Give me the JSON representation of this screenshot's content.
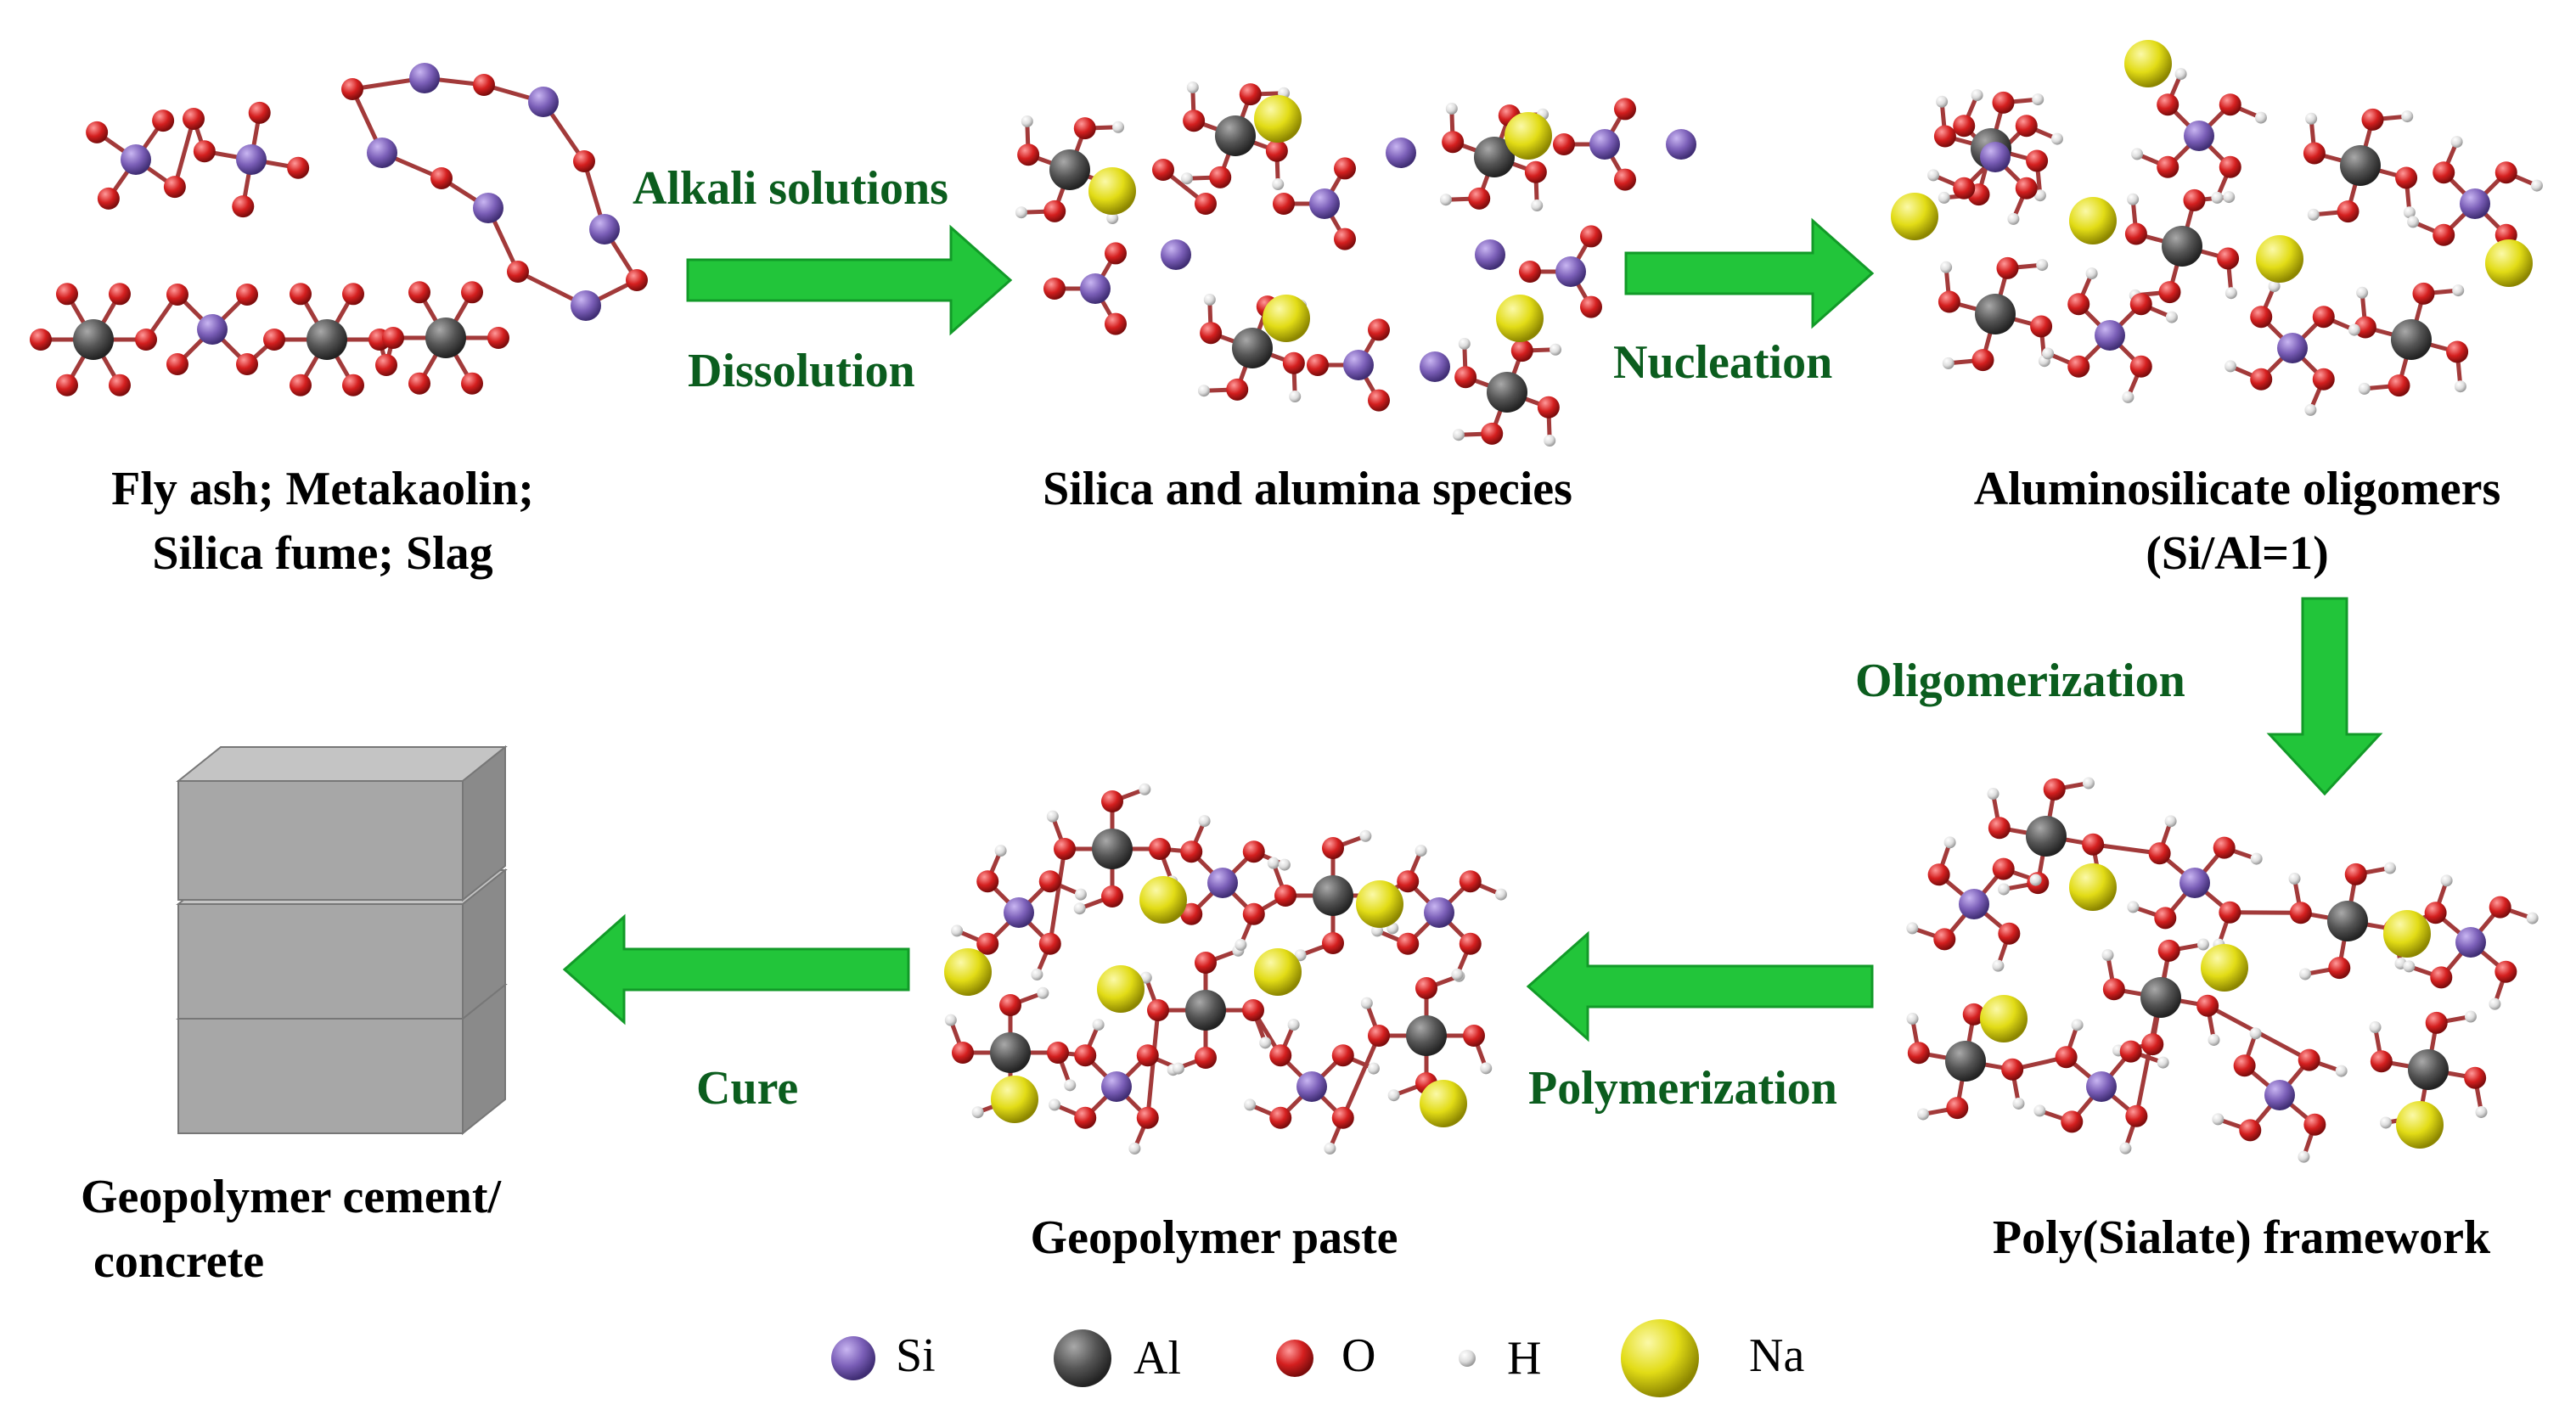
{
  "stages": {
    "raw": {
      "line1": "Fly ash; Metakaolin;",
      "line2": "Silica fume; Slag"
    },
    "species": {
      "line1": "Silica and alumina species"
    },
    "oligomers": {
      "line1": "Aluminosilicate oligomers",
      "line2": "(Si/Al=1)"
    },
    "framework": {
      "line1": "Poly(Sialate) framework"
    },
    "paste": {
      "line1": "Geopolymer paste"
    },
    "cement": {
      "line1": "Geopolymer cement/",
      "line2": "concrete"
    }
  },
  "steps": {
    "alkali": "Alkali solutions",
    "dissolution": "Dissolution",
    "nucleation": "Nucleation",
    "oligomerization": "Oligomerization",
    "polymerization": "Polymerization",
    "cure": "Cure"
  },
  "legend": [
    {
      "symbol": "Si",
      "color": "#7b5fb8"
    },
    {
      "symbol": "Al",
      "color": "#555555"
    },
    {
      "symbol": "O",
      "color": "#d41f1f"
    },
    {
      "symbol": "H",
      "color": "#dddddd"
    },
    {
      "symbol": "Na",
      "color": "#e2dc16"
    }
  ],
  "colors": {
    "arrow": "#22c53a",
    "bond": "#a23a3a",
    "block": "#a7a7a7",
    "step_text": "#0b5d1e"
  }
}
